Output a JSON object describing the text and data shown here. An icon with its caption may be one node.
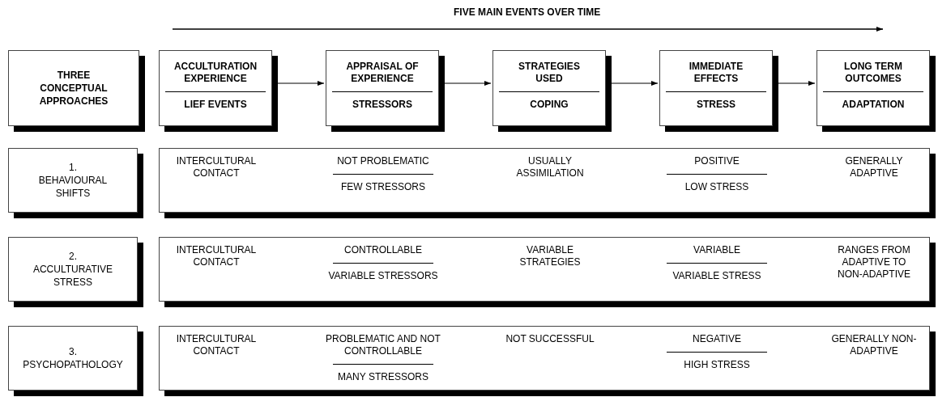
{
  "diagram": {
    "title": "FIVE MAIN EVENTS OVER TIME",
    "nodes": [
      {
        "text": [
          "THREE CONCEPTUAL APPROACHES"
        ]
      },
      {
        "text": [
          "ACCULTURATION EXPERIENCE",
          "LIEF EVENTS"
        ]
      },
      {
        "text": [
          "APPRAISAL OF EXPERIENCE",
          "STRESSORS"
        ]
      },
      {
        "text": [
          "STRATEGIES USED",
          "COPING"
        ]
      },
      {
        "text": [
          "IMMEDIATE EFFECTS",
          "STRESS"
        ]
      },
      {
        "text": [
          "LONG TERM OUTCOMES",
          "ADAPTATION"
        ]
      },
      {
        "text": [
          "1. BEHAVIOURAL SHIFTS"
        ]
      },
      {
        "text": [
          "INTERCULTURAL CONTACT",
          "NOT PROBLEMATIC",
          "FEW STRESSORS",
          "USUALLY ASSIMILATION",
          "POSITIVE",
          "LOW STRESS",
          "GENERALLY ADAPTIVE"
        ]
      },
      {
        "text": [
          "2. ACCULTURATIVE STRESS"
        ]
      },
      {
        "text": [
          "INTERCULTURAL CONTACT",
          "CONTROLLABLE",
          "VARIABLE STRESSORS",
          "VARIABLE STRATEGIES",
          "VARIABLE",
          "VARIABLE STRESS",
          "RANGES FROM ADAPTIVE TO NON-ADAPTIVE"
        ]
      },
      {
        "text": [
          "3. PSYCHOPATHOLOGY"
        ]
      },
      {
        "text": [
          "INTERCULTURAL CONTACT",
          "PROBLEMATIC AND NOT CONTROLLABLE",
          "MANY STRESSORS",
          "NOT SUCCESSFUL",
          "NEGATIVE",
          "HIGH STRESS",
          "GENERALLY NON-ADAPTIVE"
        ]
      }
    ],
    "edges": [
      {
        "from": 1,
        "to": 2,
        "arrow": "to"
      },
      {
        "from": 2,
        "to": 3,
        "arrow": "to"
      },
      {
        "from": 3,
        "to": 4,
        "arrow": "to"
      },
      {
        "from": 4,
        "to": 5,
        "arrow": "to"
      }
    ]
  }
}
